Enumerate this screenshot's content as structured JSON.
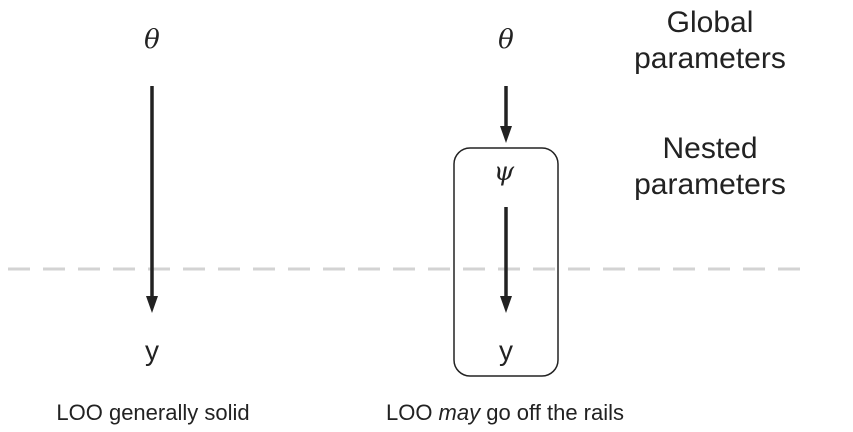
{
  "left_model": {
    "top_symbol": "θ",
    "bottom_symbol": "y",
    "caption_part1": "LOO generally solid"
  },
  "right_model": {
    "top_symbol": "θ",
    "nested_symbol": "ψ",
    "bottom_symbol": "y",
    "caption_before": "LOO ",
    "caption_emphasis": "may",
    "caption_after": " go off the rails"
  },
  "side_labels": {
    "global_line1": "Global",
    "global_line2": "parameters",
    "nested_line1": "Nested",
    "nested_line2": "parameters"
  },
  "colors": {
    "ink": "#222222",
    "divider": "#d3d3d3"
  }
}
